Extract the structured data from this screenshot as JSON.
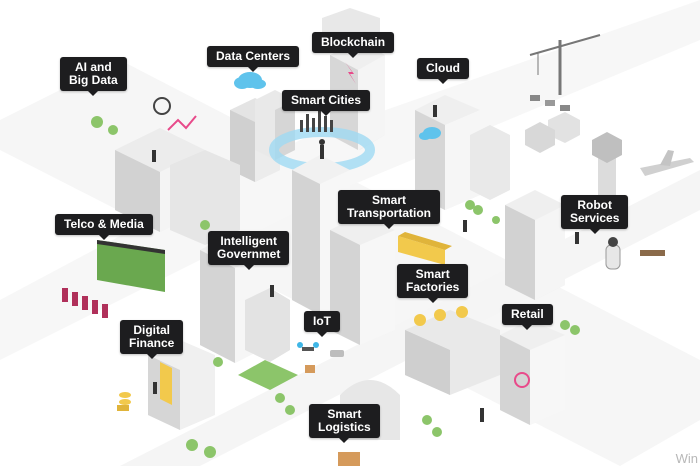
{
  "labels": {
    "ai_big_data": "AI and\nBig Data",
    "data_centers": "Data Centers",
    "blockchain": "Blockchain",
    "smart_cities": "Smart Cities",
    "cloud": "Cloud",
    "telco_media": "Telco & Media",
    "smart_transportation": "Smart\nTransportation",
    "robot_services": "Robot\nServices",
    "intelligent_government": "Intelligent\nGovernmet",
    "smart_factories": "Smart\nFactories",
    "iot": "IoT",
    "retail": "Retail",
    "digital_finance": "Digital\nFinance",
    "smart_logistics": "Smart\nLogistics"
  },
  "watermark": "Win",
  "colors": {
    "label_bg": "#1d1d1f",
    "label_text": "#ffffff",
    "building_light": "#f3f3f3",
    "building_mid": "#dcdcdc",
    "building_dark": "#bdbdbd",
    "accent_blue": "#3fb6e6",
    "accent_pink": "#e84a8a",
    "accent_yellow": "#f2c94c",
    "tree_green": "#8cc56a",
    "screen_green": "#6aa84f"
  }
}
